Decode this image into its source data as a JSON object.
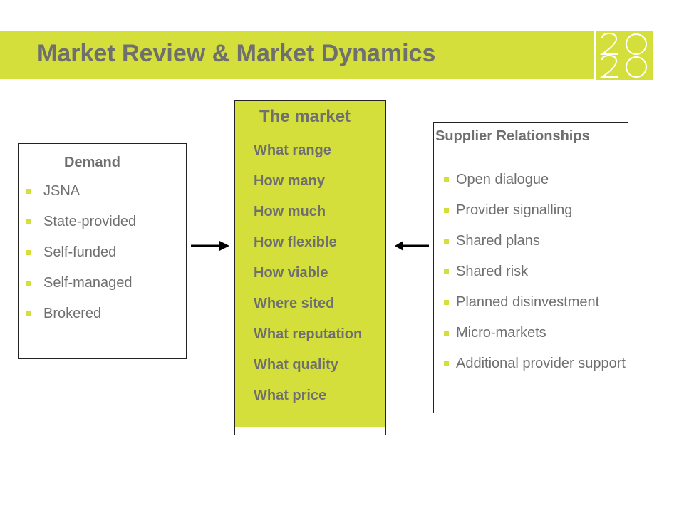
{
  "slide": {
    "title": "Market Review & Market Dynamics",
    "accent_color": "#d4df3c",
    "text_color": "#6f6f6f"
  },
  "logo": {
    "text": "2020"
  },
  "demand": {
    "heading": "Demand",
    "items": [
      "JSNA",
      "State-provided",
      "Self-funded",
      "Self-managed",
      "Brokered"
    ]
  },
  "market": {
    "heading": "The market",
    "items": [
      "What range",
      "How many",
      "How much",
      "How flexible",
      "How viable",
      "Where sited",
      "What reputation",
      "What quality",
      "What price"
    ]
  },
  "supplier": {
    "heading": "Supplier Relationships",
    "items": [
      "Open dialogue",
      "Provider signalling",
      "Shared plans",
      "Shared risk",
      "Planned disinvestment",
      "Micro-markets",
      "Additional provider support"
    ]
  },
  "arrows": {
    "left": "right-arrow-icon",
    "right": "left-arrow-icon"
  }
}
